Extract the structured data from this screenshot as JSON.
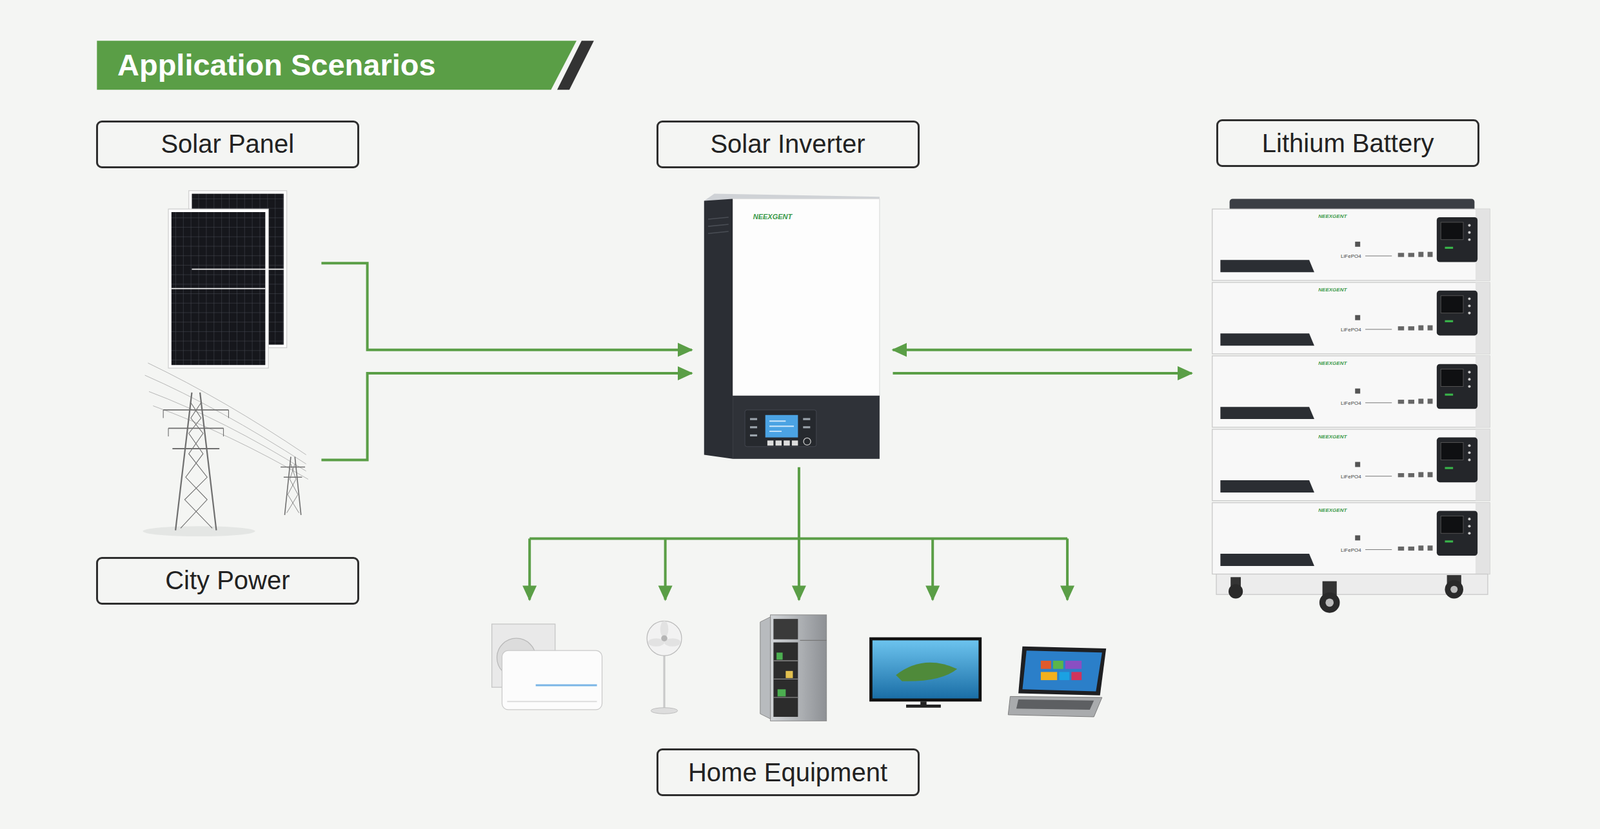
{
  "diagram": {
    "title": "Application Scenarios",
    "nodes": [
      {
        "text": [
          "Solar Panel"
        ]
      },
      {
        "text": [
          "Solar Inverter"
        ]
      },
      {
        "text": [
          "Lithium Battery"
        ]
      },
      {
        "text": [
          "City Power"
        ]
      },
      {
        "text": [
          "Home Equipment"
        ]
      }
    ],
    "edges": [
      {
        "from": 0,
        "to": 1,
        "arrow": "to"
      },
      {
        "from": 3,
        "to": 1,
        "arrow": "to"
      },
      {
        "from": 2,
        "to": 1,
        "arrow": "to"
      },
      {
        "from": 1,
        "to": 2,
        "arrow": "to"
      },
      {
        "from": 1,
        "to": 4,
        "arrow": "to"
      }
    ],
    "labels": [
      "NEEXGENT",
      "NEEXGENT",
      "LiFePO4",
      "NEEXGENT",
      "LiFePO4",
      "NEEXGENT",
      "LiFePO4",
      "NEEXGENT",
      "LiFePO4",
      "NEEXGENT",
      "LiFePO4"
    ]
  }
}
